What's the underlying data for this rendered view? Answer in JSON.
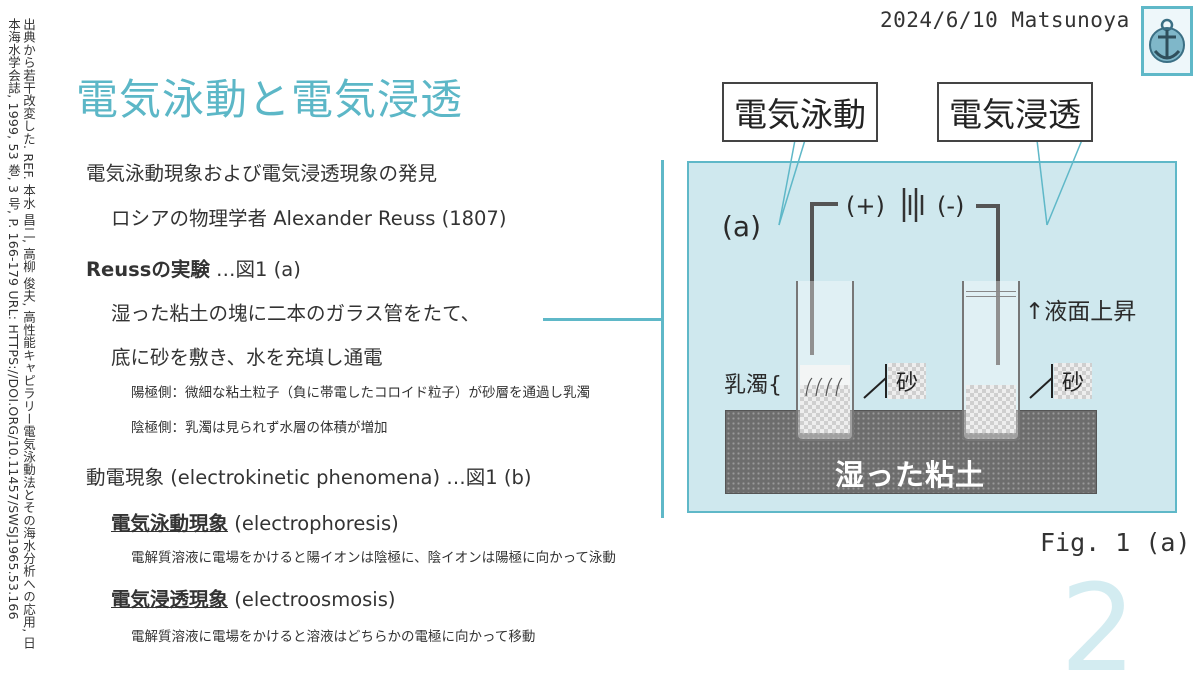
{
  "side_reference": "出典から若干改変した. REF. 本水 昌二, 高柳 俊夫, 高性能キャピラリー電気泳動法とその海水分析への応用, 日本海水学会誌, 1999, 53 巻, 3 号, P. 166-179 URL: HTTPS://DOI.ORG/10.11457/SWSJ1965.53.166",
  "header": {
    "date_author": "2024/6/10 Matsunoya",
    "title": "電気泳動と電気浸透"
  },
  "body": {
    "l1": "電気泳動現象および電気浸透現象の発見",
    "l2": "ロシアの物理学者 Alexander Reuss (1807)",
    "l3_bold": "Reussの実験",
    "l3_rest": " …図1 (a)",
    "l4": "湿った粘土の塊に二本のガラス管をたて、",
    "l5": "底に砂を敷き、水を充填し通電",
    "l6": "陽極側：微細な粘土粒子（負に帯電したコロイド粒子）が砂層を通過し乳濁",
    "l7": "陰極側：乳濁は見られず水層の体積が増加",
    "l8": "動電現象 (electrokinetic phenomena) …図1 (b)",
    "l9_bold": "電気泳動現象",
    "l9_rest": " (electrophoresis)",
    "l10": "電解質溶液に電場をかけると陽イオンは陰極に、陰イオンは陽極に向かって泳動",
    "l11_bold": "電気浸透現象",
    "l11_rest": " (electroosmosis)",
    "l12": "電解質溶液に電場をかけると溶液はどちらかの電極に向かって移動"
  },
  "figure": {
    "callout_left": "電気泳動",
    "callout_right": "電気浸透",
    "panel_label": "(a)",
    "plus": "(+)",
    "minus": "(-)",
    "rise_label": "↑液面上昇",
    "turbid_label": "乳濁{",
    "sand_label_left": "砂",
    "sand_label_right": "砂",
    "clay_label": "湿った粘土",
    "caption": "Fig. 1 (a)"
  },
  "page_number": "2",
  "colors": {
    "accent": "#5cb7c7",
    "panel_bg": "#cfe8ee",
    "clay": "#6d6d6d"
  }
}
